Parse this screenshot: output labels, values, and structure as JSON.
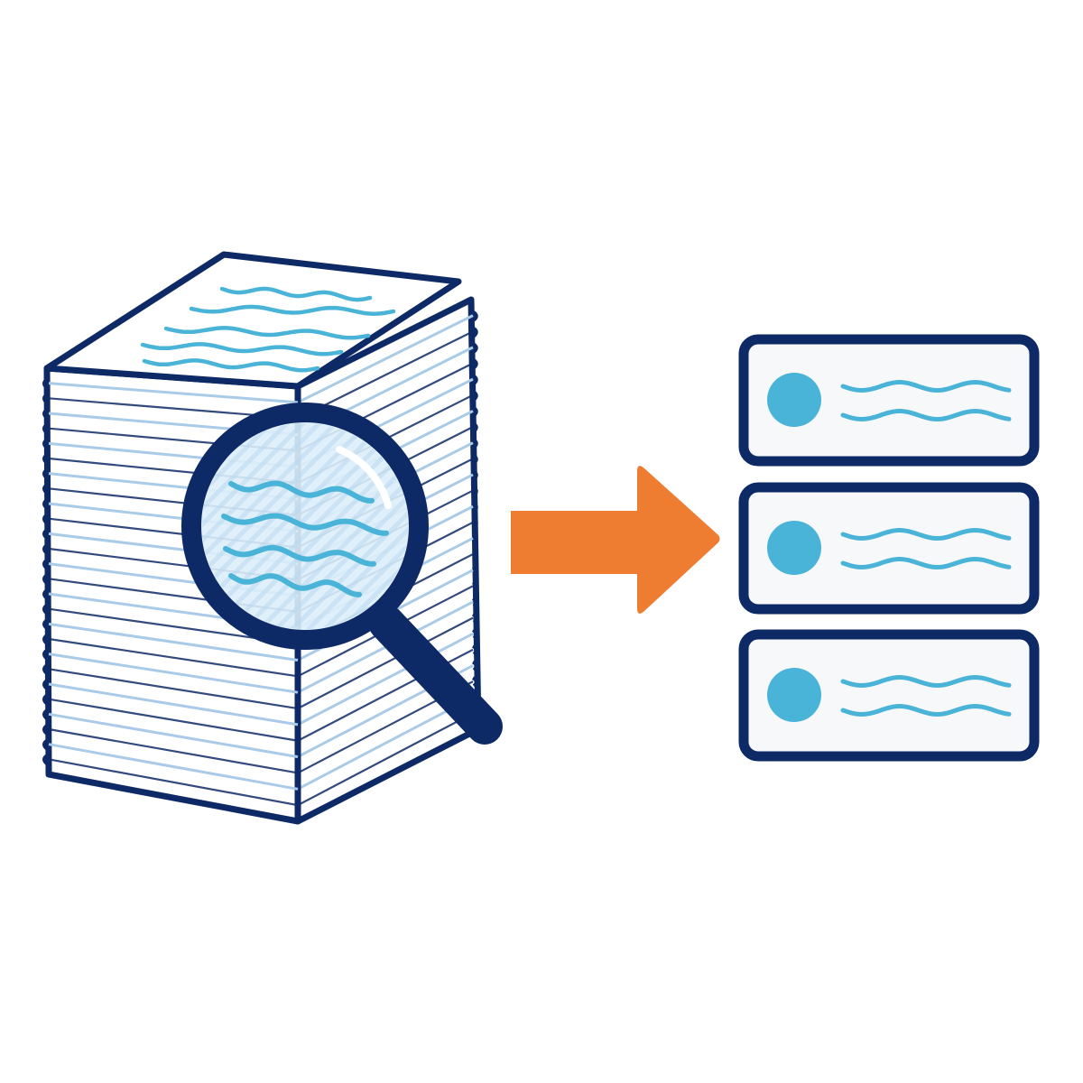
{
  "colors": {
    "navy": "#0e2a66",
    "sky": "#4ab3d8",
    "pale_blue": "#a9cbe8",
    "paper": "#ffffff",
    "card_bg": "#f7f8fa",
    "arrow": "#ee7d32",
    "lens_tint": "#dceefa"
  },
  "icons": {
    "document_stack": "document-stack-icon",
    "magnifier": "magnifying-glass-icon",
    "arrow": "arrow-right-icon",
    "result_card": "list-card-icon"
  },
  "result_cards": [
    {
      "bullet": "circle",
      "lines": 2
    },
    {
      "bullet": "circle",
      "lines": 2
    },
    {
      "bullet": "circle",
      "lines": 2
    }
  ]
}
